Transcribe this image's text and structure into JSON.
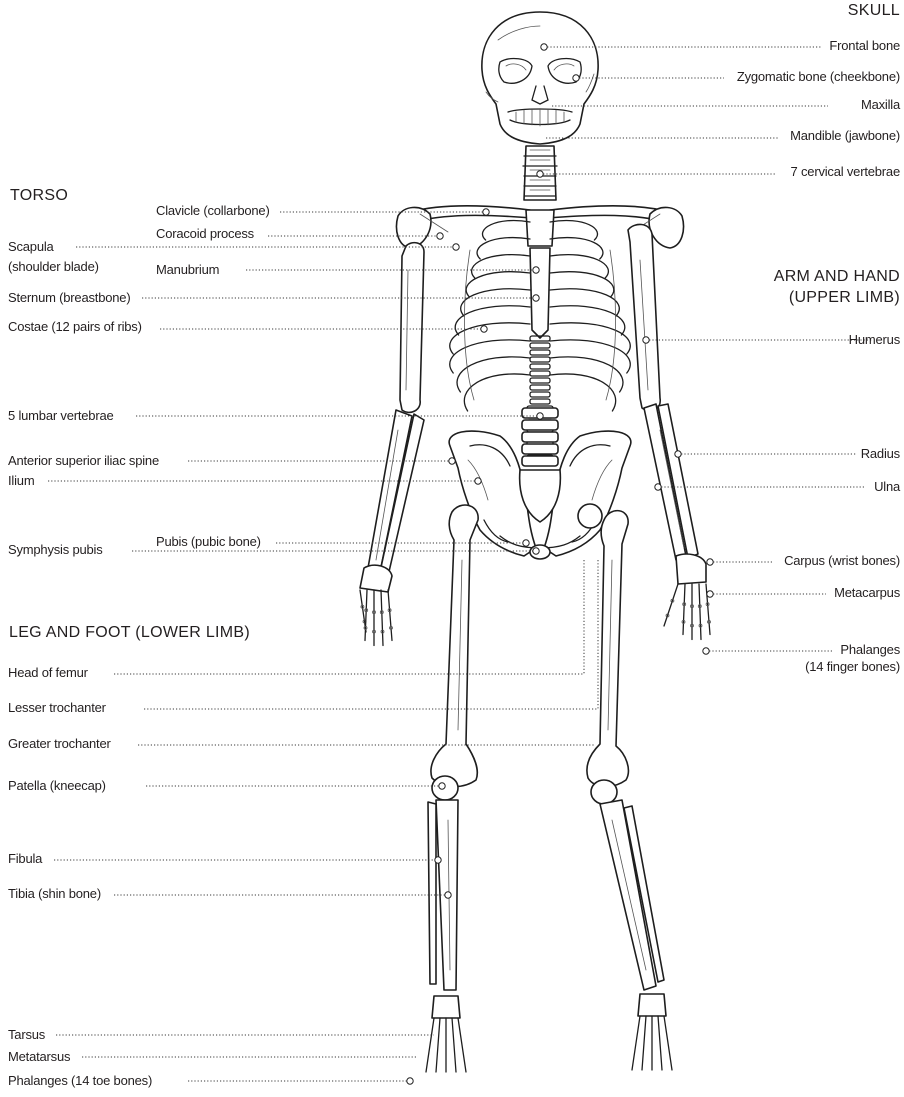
{
  "headings": {
    "skull": "SKULL",
    "torso": "TORSO",
    "arm": [
      "ARM AND HAND",
      "(UPPER LIMB)"
    ],
    "leg": "LEG AND FOOT (LOWER LIMB)"
  },
  "labels": {
    "frontal": "Frontal bone",
    "zygomatic": "Zygomatic bone (cheekbone)",
    "maxilla": "Maxilla",
    "mandible": "Mandible (jawbone)",
    "cervical": "7 cervical vertebrae",
    "clavicle": "Clavicle (collarbone)",
    "coracoid": "Coracoid process",
    "scapula": [
      "Scapula",
      "(shoulder blade)"
    ],
    "manubrium": "Manubrium",
    "sternum": "Sternum (breastbone)",
    "costae": "Costae (12 pairs of ribs)",
    "humerus": "Humerus",
    "lumbar": "5 lumbar vertebrae",
    "iliac": "Anterior superior iliac spine",
    "ilium": "Ilium",
    "radius": "Radius",
    "ulna": "Ulna",
    "pubis": "Pubis (pubic bone)",
    "symphysis": "Symphysis pubis",
    "carpus": "Carpus (wrist bones)",
    "metacarpus": "Metacarpus",
    "phalanges_hand": [
      "Phalanges",
      "(14 finger bones)"
    ],
    "femur_head": "Head of femur",
    "lesser_trochanter": "Lesser trochanter",
    "greater_trochanter": "Greater trochanter",
    "patella": "Patella (kneecap)",
    "fibula": "Fibula",
    "tibia": "Tibia (shin bone)",
    "tarsus": "Tarsus",
    "metatarsus": "Metatarsus",
    "phalanges_foot": "Phalanges (14 toe bones)"
  }
}
